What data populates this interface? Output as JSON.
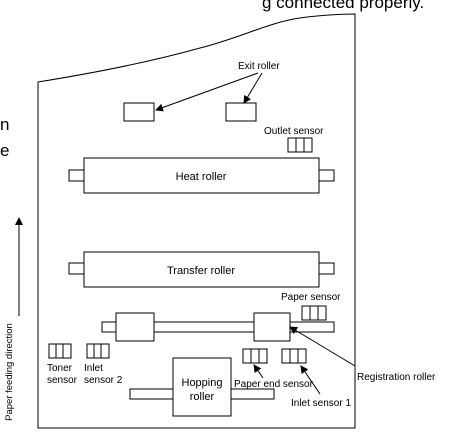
{
  "header_fragment": "g connected properly.",
  "left_fragments": [
    "n",
    "e"
  ],
  "labels": {
    "exit_roller": "Exit roller",
    "outlet_sensor": "Outlet sensor",
    "heat_roller": "Heat roller",
    "transfer_roller": "Transfer roller",
    "paper_sensor": "Paper sensor",
    "toner_sensor_line1": "Toner",
    "toner_sensor_line2": "sensor",
    "inlet_sensor2_line1": "Inlet",
    "inlet_sensor2_line2": "sensor 2",
    "hopping_roller_line1": "Hopping",
    "hopping_roller_line2": "roller",
    "paper_end_sensor": "Paper end sensor",
    "inlet_sensor1": "Inlet sensor 1",
    "registration_roller": "Registration roller",
    "paper_feeding_direction": "Paper feeding direction"
  }
}
